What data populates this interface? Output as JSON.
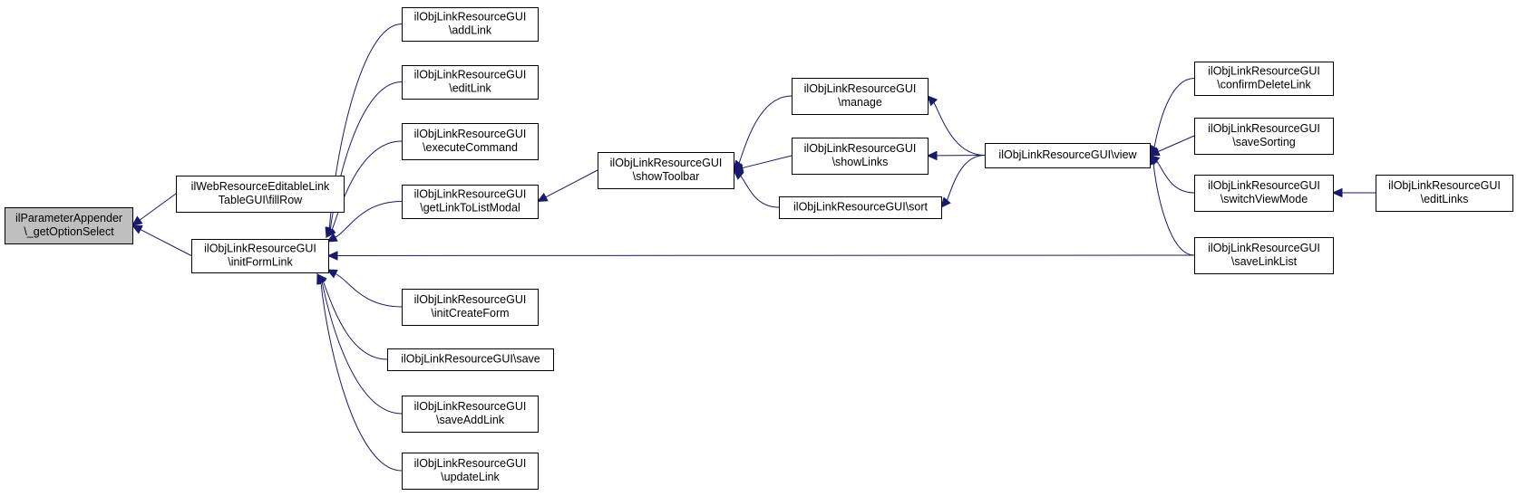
{
  "nodes": [
    {
      "id": "n_getOptionSelect",
      "lines": [
        "ilParameterAppender",
        "\\_getOptionSelect"
      ],
      "root": true
    },
    {
      "id": "n_fillRow",
      "lines": [
        "ilWebResourceEditableLink",
        "TableGUI\\fillRow"
      ]
    },
    {
      "id": "n_initFormLink",
      "lines": [
        "ilObjLinkResourceGUI",
        "\\initFormLink"
      ]
    },
    {
      "id": "n_addLink",
      "lines": [
        "ilObjLinkResourceGUI",
        "\\addLink"
      ]
    },
    {
      "id": "n_editLink",
      "lines": [
        "ilObjLinkResourceGUI",
        "\\editLink"
      ]
    },
    {
      "id": "n_executeCommand",
      "lines": [
        "ilObjLinkResourceGUI",
        "\\executeCommand"
      ]
    },
    {
      "id": "n_getLinkToListModal",
      "lines": [
        "ilObjLinkResourceGUI",
        "\\getLinkToListModal"
      ]
    },
    {
      "id": "n_initCreateForm",
      "lines": [
        "ilObjLinkResourceGUI",
        "\\initCreateForm"
      ]
    },
    {
      "id": "n_save",
      "lines": [
        "ilObjLinkResourceGUI\\save"
      ]
    },
    {
      "id": "n_saveAddLink",
      "lines": [
        "ilObjLinkResourceGUI",
        "\\saveAddLink"
      ]
    },
    {
      "id": "n_updateLink",
      "lines": [
        "ilObjLinkResourceGUI",
        "\\updateLink"
      ]
    },
    {
      "id": "n_showToolbar",
      "lines": [
        "ilObjLinkResourceGUI",
        "\\showToolbar"
      ]
    },
    {
      "id": "n_manage",
      "lines": [
        "ilObjLinkResourceGUI",
        "\\manage"
      ]
    },
    {
      "id": "n_showLinks",
      "lines": [
        "ilObjLinkResourceGUI",
        "\\showLinks"
      ]
    },
    {
      "id": "n_sort",
      "lines": [
        "ilObjLinkResourceGUI\\sort"
      ]
    },
    {
      "id": "n_view",
      "lines": [
        "ilObjLinkResourceGUI\\view"
      ]
    },
    {
      "id": "n_confirmDeleteLink",
      "lines": [
        "ilObjLinkResourceGUI",
        "\\confirmDeleteLink"
      ]
    },
    {
      "id": "n_saveSorting",
      "lines": [
        "ilObjLinkResourceGUI",
        "\\saveSorting"
      ]
    },
    {
      "id": "n_switchViewMode",
      "lines": [
        "ilObjLinkResourceGUI",
        "\\switchViewMode"
      ]
    },
    {
      "id": "n_saveLinkList",
      "lines": [
        "ilObjLinkResourceGUI",
        "\\saveLinkList"
      ]
    },
    {
      "id": "n_editLinks",
      "lines": [
        "ilObjLinkResourceGUI",
        "\\editLinks"
      ]
    }
  ],
  "edges": [
    {
      "from": "n_fillRow",
      "to": "n_getOptionSelect"
    },
    {
      "from": "n_initFormLink",
      "to": "n_getOptionSelect"
    },
    {
      "from": "n_addLink",
      "to": "n_initFormLink"
    },
    {
      "from": "n_editLink",
      "to": "n_initFormLink"
    },
    {
      "from": "n_executeCommand",
      "to": "n_initFormLink"
    },
    {
      "from": "n_getLinkToListModal",
      "to": "n_initFormLink"
    },
    {
      "from": "n_initCreateForm",
      "to": "n_initFormLink"
    },
    {
      "from": "n_save",
      "to": "n_initFormLink"
    },
    {
      "from": "n_saveAddLink",
      "to": "n_initFormLink"
    },
    {
      "from": "n_updateLink",
      "to": "n_initFormLink"
    },
    {
      "from": "n_saveLinkList",
      "to": "n_initFormLink"
    },
    {
      "from": "n_showToolbar",
      "to": "n_getLinkToListModal"
    },
    {
      "from": "n_manage",
      "to": "n_showToolbar"
    },
    {
      "from": "n_showLinks",
      "to": "n_showToolbar"
    },
    {
      "from": "n_sort",
      "to": "n_showToolbar"
    },
    {
      "from": "n_view",
      "to": "n_manage"
    },
    {
      "from": "n_view",
      "to": "n_showLinks"
    },
    {
      "from": "n_view",
      "to": "n_sort"
    },
    {
      "from": "n_confirmDeleteLink",
      "to": "n_view"
    },
    {
      "from": "n_saveSorting",
      "to": "n_view"
    },
    {
      "from": "n_switchViewMode",
      "to": "n_view"
    },
    {
      "from": "n_saveLinkList",
      "to": "n_view"
    },
    {
      "from": "n_editLinks",
      "to": "n_switchViewMode"
    }
  ]
}
